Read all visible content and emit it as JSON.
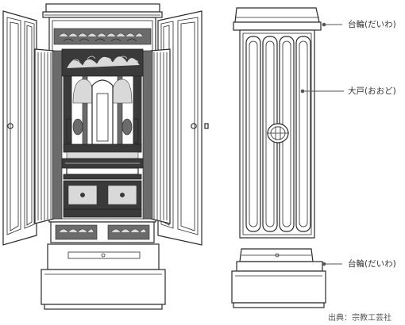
{
  "labels": {
    "top_base": "台輪(だいわ)",
    "door": "大戸(おおど)",
    "bottom_base": "台輪(だいわ)"
  },
  "source": "出典：宗教工芸社"
}
